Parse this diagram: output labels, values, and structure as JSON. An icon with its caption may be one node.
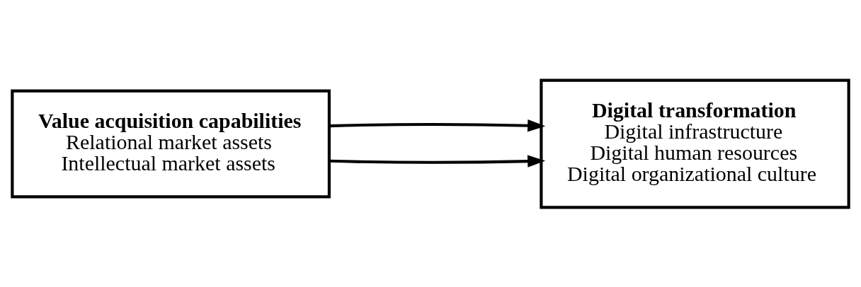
{
  "diagram": {
    "nodes": [
      {
        "text": [
          "Value acquisition capabilities",
          "Relational market assets",
          "Intellectual market assets"
        ]
      },
      {
        "text": [
          "Digital transformation",
          "Digital infrastructure",
          "Digital human resources",
          "Digital organizational culture"
        ]
      }
    ],
    "edges": [
      {
        "from": 0,
        "to": 1,
        "arrow": "to"
      },
      {
        "from": 0,
        "to": 1,
        "arrow": "to"
      }
    ]
  }
}
